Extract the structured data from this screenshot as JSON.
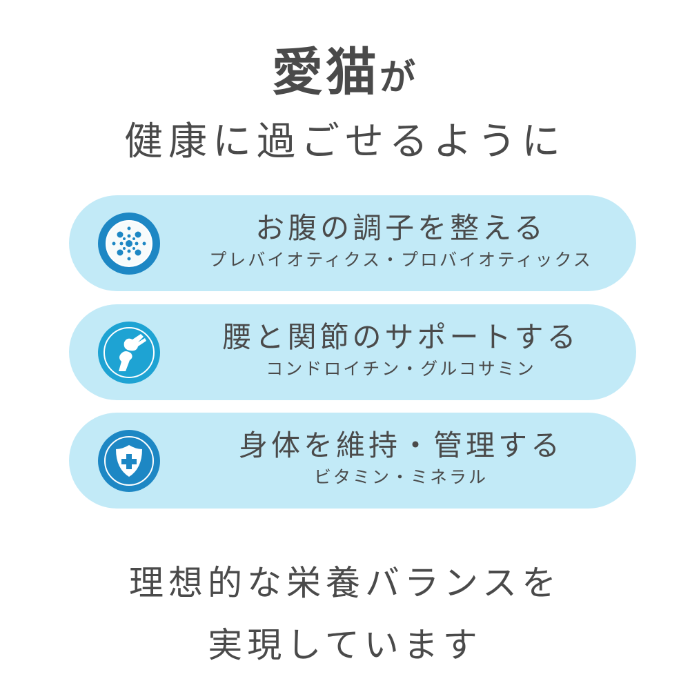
{
  "heading": {
    "line1_main": "愛猫",
    "line1_suffix": "が",
    "line2": "健康に過ごせるように"
  },
  "cards": [
    {
      "title": "お腹の調子を整える",
      "subtitle": "プレバイオティクス・プロバイオティックス",
      "icon": "probiotics-icon",
      "color": "#1d87c4"
    },
    {
      "title": "腰と関節のサポートする",
      "subtitle": "コンドロイチン・グルコサミン",
      "icon": "joint-icon",
      "color": "#1ea3d3"
    },
    {
      "title": "身体を維持・管理する",
      "subtitle": "ビタミン・ミネラル",
      "icon": "shield-plus-icon",
      "color": "#1d87c4"
    }
  ],
  "footer": {
    "line1": "理想的な栄養バランスを",
    "line2": "実現しています"
  }
}
